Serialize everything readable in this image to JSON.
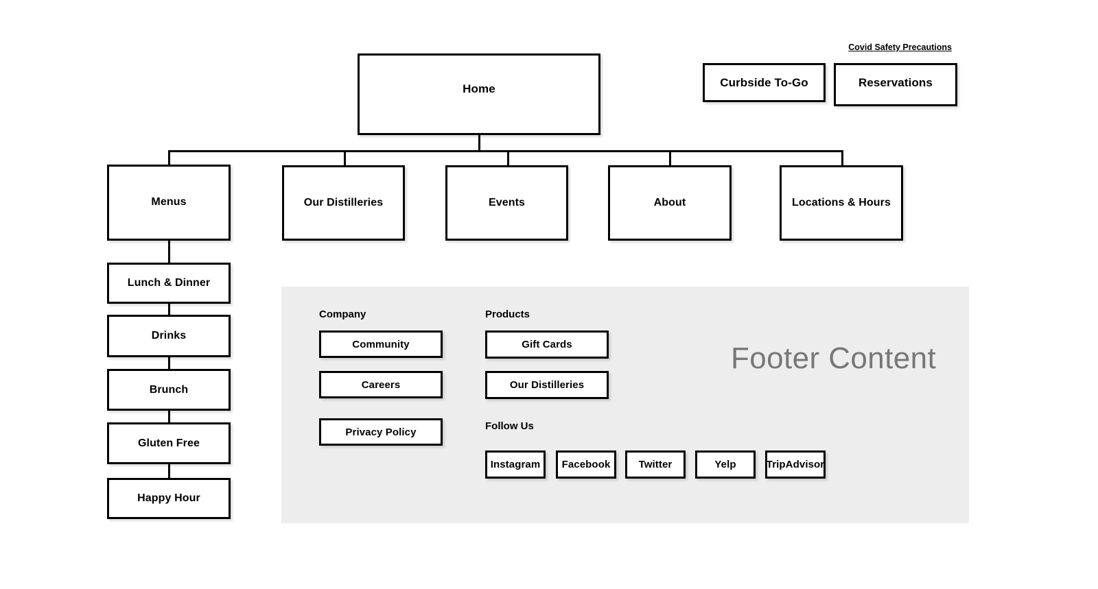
{
  "page": {
    "title": "Site Map Wireframe",
    "background_color": "#ffffff",
    "stroke_color": "#000000",
    "footer_panel_color": "#ededed",
    "placeholder_text_color": "#777777"
  },
  "header": {
    "covid_link": "Covid Safety Precautions",
    "buttons": [
      {
        "label": "Curbside To-Go"
      },
      {
        "label": "Reservations"
      }
    ]
  },
  "sitemap": {
    "root": {
      "label": "Home"
    },
    "level2": [
      {
        "label": "Menus"
      },
      {
        "label": "Our Distilleries"
      },
      {
        "label": "Events"
      },
      {
        "label": "About"
      },
      {
        "label": "Locations & Hours"
      }
    ],
    "menus_children": [
      {
        "label": "Lunch & Dinner"
      },
      {
        "label": "Drinks"
      },
      {
        "label": "Brunch"
      },
      {
        "label": "Gluten Free"
      },
      {
        "label": "Happy Hour"
      }
    ]
  },
  "footer": {
    "placeholder": "Footer Content",
    "columns": [
      {
        "heading": "Company",
        "items": [
          {
            "label": "Community"
          },
          {
            "label": "Careers"
          },
          {
            "label": "Privacy Policy"
          }
        ]
      },
      {
        "heading": "Products",
        "items": [
          {
            "label": "Gift Cards"
          },
          {
            "label": "Our Distilleries"
          }
        ]
      }
    ],
    "follow_us": {
      "heading": "Follow Us",
      "items": [
        {
          "label": "Instagram"
        },
        {
          "label": "Facebook"
        },
        {
          "label": "Twitter"
        },
        {
          "label": "Yelp"
        },
        {
          "label": "TripAdvisor"
        }
      ]
    }
  }
}
